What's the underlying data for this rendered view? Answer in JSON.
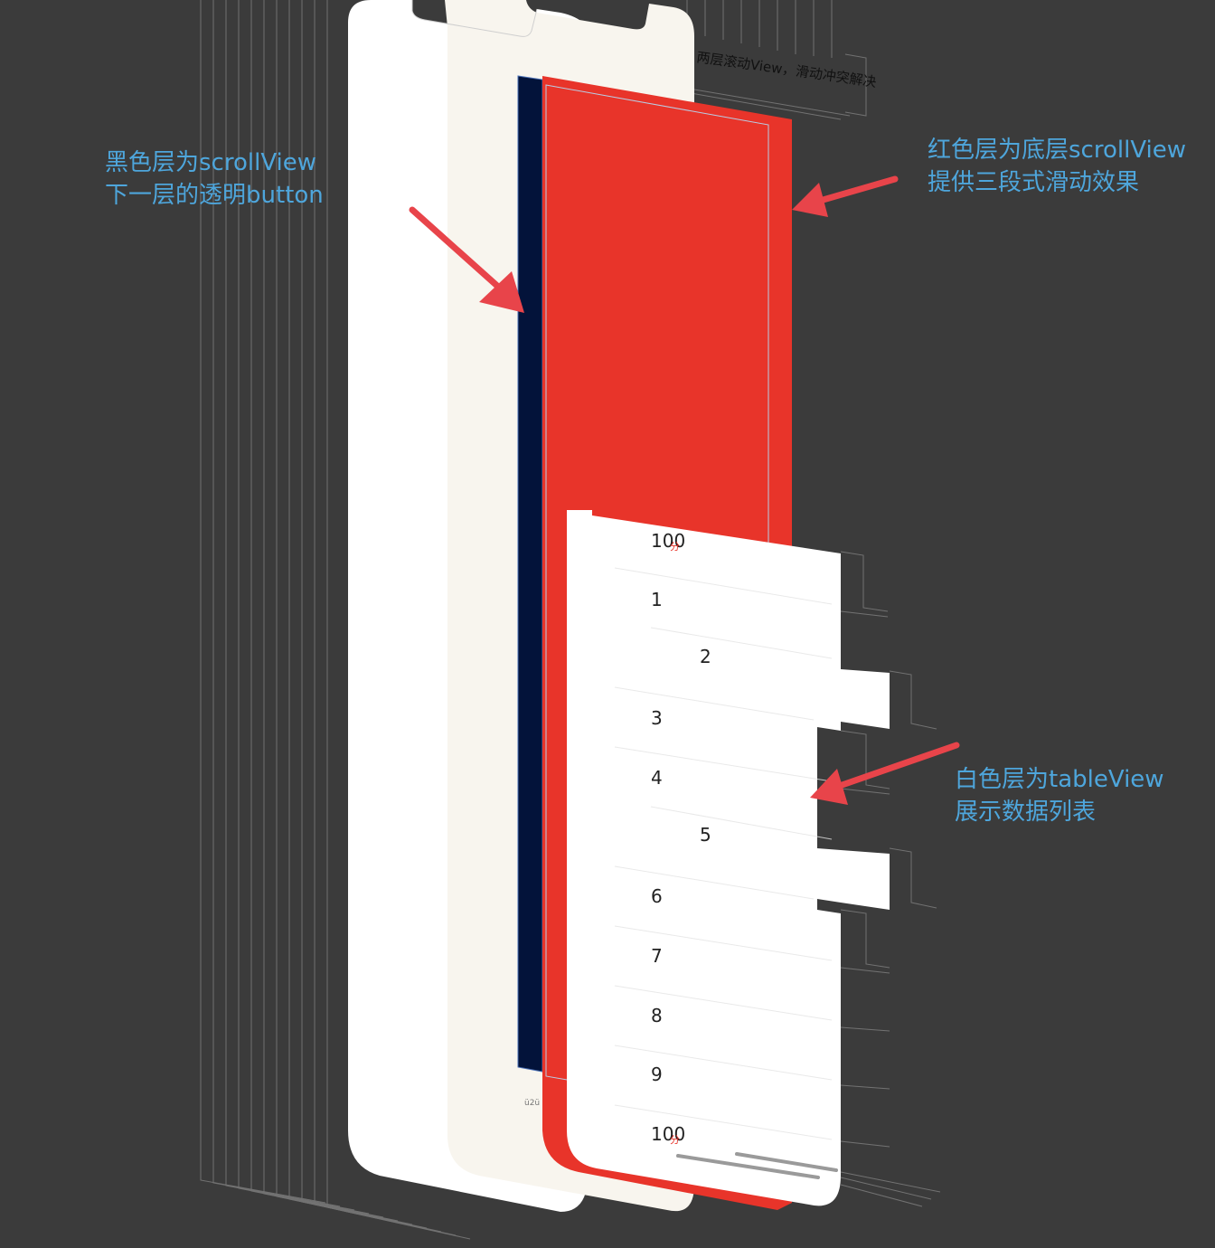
{
  "annotations": {
    "black_layer": {
      "line1": "黑色层为scrollView",
      "line2": "下一层的透明button"
    },
    "red_layer": {
      "line1": "红色层为底层scrollView",
      "line2": "提供三段式滑动效果"
    },
    "white_layer": {
      "line1": "白色层为tableView",
      "line2": "展示数据列表"
    }
  },
  "top_note": "两层滚动View，滑动冲突解决",
  "bottom_tiny_label": "ü2ü",
  "table": {
    "header_score": "100",
    "footer_score": "100",
    "score_suffix": "分",
    "rows": [
      "1",
      "2",
      "3",
      "4",
      "5",
      "6",
      "7",
      "8",
      "9"
    ]
  },
  "colors": {
    "background": "#3b3b3b",
    "red_layer": "#e8342a",
    "black_layer": "#03133a",
    "white_layer": "#ffffff",
    "beige_layer": "#f8f5ee",
    "annotation_text": "#4ea6dc",
    "arrow": "#e8444a"
  }
}
